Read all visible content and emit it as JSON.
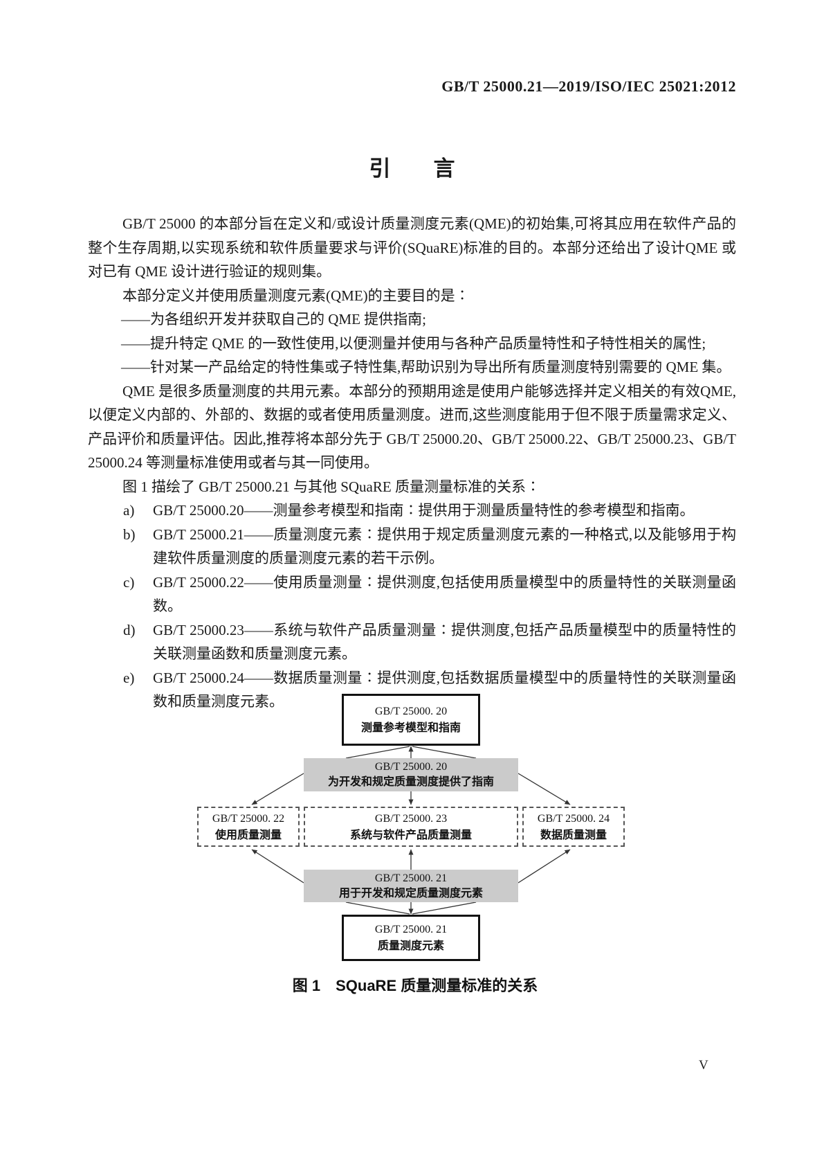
{
  "page": {
    "header": "GB/T 25000.21—2019/ISO/IEC 25021:2012",
    "title": "引　　言",
    "page_number": "V"
  },
  "intro": {
    "p1": "GB/T 25000 的本部分旨在定义和/或设计质量测度元素(QME)的初始集,可将其应用在软件产品的整个生存周期,以实现系统和软件质量要求与评价(SQuaRE)标准的目的。本部分还给出了设计QME 或对已有 QME 设计进行验证的规则集。",
    "p2": "本部分定义并使用质量测度元素(QME)的主要目的是∶",
    "dash_items": [
      "——为各组织开发并获取自己的 QME 提供指南;",
      "——提升特定 QME 的一致性使用,以便测量并使用与各种产品质量特性和子特性相关的属性;",
      "——针对某一产品给定的特性集或子特性集,帮助识别为导出所有质量测度特别需要的 QME 集。"
    ],
    "p3": "QME 是很多质量测度的共用元素。本部分的预期用途是使用户能够选择并定义相关的有效QME,以便定义内部的、外部的、数据的或者使用质量测度。进而,这些测度能用于但不限于质量需求定义、产品评价和质量评估。因此,推荐将本部分先于 GB/T 25000.20、GB/T 25000.22、GB/T 25000.23、GB/T 25000.24 等测量标准使用或者与其一同使用。",
    "p4": "图 1 描绘了 GB/T 25000.21 与其他 SQuaRE 质量测量标准的关系∶",
    "lettered_items": [
      {
        "label": "a)",
        "text": "GB/T 25000.20——测量参考模型和指南∶提供用于测量质量特性的参考模型和指南。"
      },
      {
        "label": "b)",
        "text": "GB/T 25000.21——质量测度元素∶提供用于规定质量测度元素的一种格式,以及能够用于构建软件质量测度的质量测度元素的若干示例。"
      },
      {
        "label": "c)",
        "text": "GB/T 25000.22——使用质量测量∶提供测度,包括使用质量模型中的质量特性的关联测量函数。"
      },
      {
        "label": "d)",
        "text": "GB/T 25000.23——系统与软件产品质量测量∶提供测度,包括产品质量模型中的质量特性的关联测量函数和质量测度元素。"
      },
      {
        "label": "e)",
        "text": "GB/T 25000.24——数据质量测量∶提供测度,包括数据质量模型中的质量特性的关联测量函数和质量测度元素。"
      }
    ]
  },
  "figure": {
    "caption": "图 1　SQuaRE 质量测量标准的关系",
    "boxes": {
      "top": {
        "code": "GB/T 25000. 20",
        "label": "测量参考模型和指南"
      },
      "gray_top": {
        "code": "GB/T 25000. 20",
        "label": "为开发和规定质量测度提供了指南"
      },
      "left": {
        "code": "GB/T 25000. 22",
        "label": "使用质量测量"
      },
      "center": {
        "code": "GB/T 25000. 23",
        "label": "系统与软件产品质量测量"
      },
      "right": {
        "code": "GB/T 25000. 24",
        "label": "数据质量测量"
      },
      "gray_bottom": {
        "code": "GB/T 25000. 21",
        "label": "用于开发和规定质量测度元素"
      },
      "bottom": {
        "code": "GB/T 25000. 21",
        "label": "质量测度元素"
      }
    },
    "line_color": "#333333",
    "gray_fill": "#cbcbcb"
  }
}
